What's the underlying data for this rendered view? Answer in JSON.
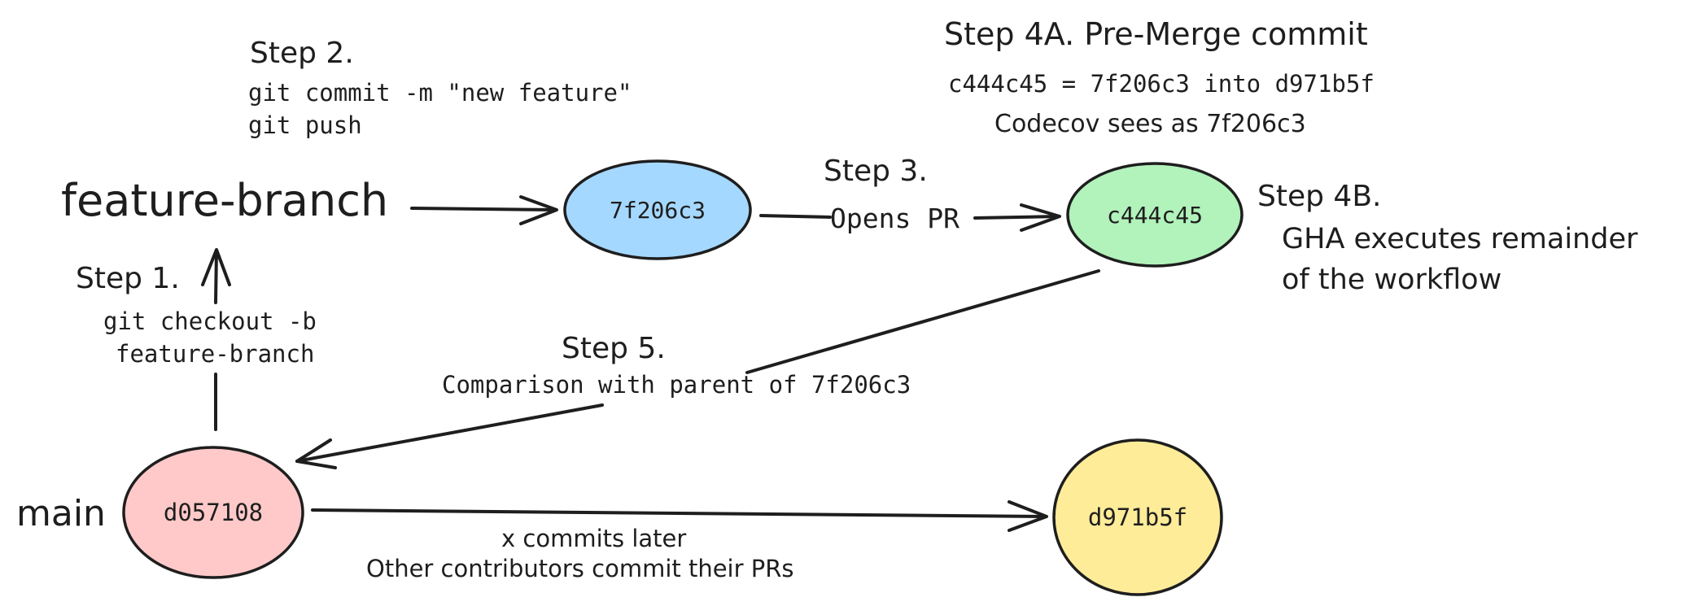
{
  "colors": {
    "ink": "#1e1e1e",
    "feature_commit": "#a5d8ff",
    "premerge_commit": "#b2f2bb",
    "main_commit": "#ffc9c9",
    "later_commit": "#ffec99"
  },
  "branches": {
    "feature": "feature-branch",
    "main": "main"
  },
  "commits": {
    "feature": "7f206c3",
    "premerge": "c444c45",
    "main": "d057108",
    "later": "d971b5f"
  },
  "step1": {
    "title": "Step 1.",
    "cmd_line1": "git checkout -b",
    "cmd_line2": "feature-branch"
  },
  "step2": {
    "title": "Step 2.",
    "cmd_line1": "git commit -m \"new feature\"",
    "cmd_line2": "git push"
  },
  "step3": {
    "title": "Step 3.",
    "label": "Opens PR"
  },
  "step4a": {
    "title": "Step 4A. Pre-Merge commit",
    "line1": "c444c45 = 7f206c3 into d971b5f",
    "line2": "Codecov sees as 7f206c3"
  },
  "step4b": {
    "title": "Step 4B.",
    "line1": "GHA executes remainder",
    "line2": "of the workflow"
  },
  "step5": {
    "title": "Step 5.",
    "label": "Comparison with parent of 7f206c3"
  },
  "main_edge": {
    "line1": "x commits later",
    "line2": "Other contributors commit their PRs"
  }
}
